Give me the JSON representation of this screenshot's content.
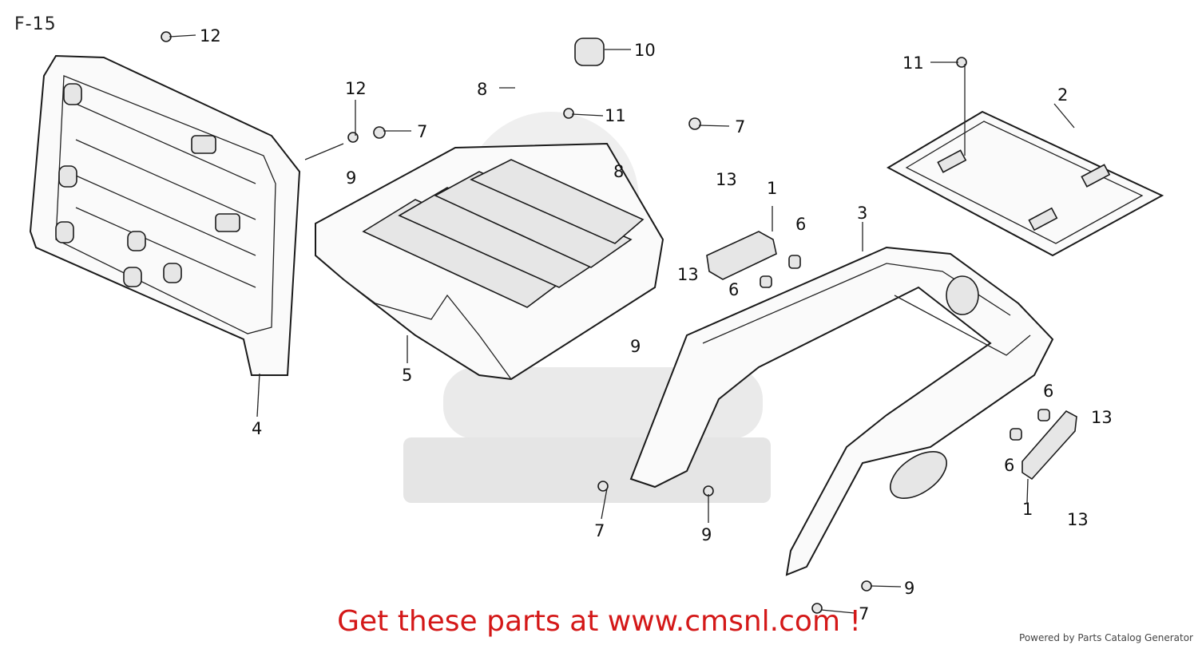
{
  "diagram": {
    "title": "F-15",
    "callouts": [
      {
        "id": "c12a",
        "label": "12"
      },
      {
        "id": "c12b",
        "label": "12"
      },
      {
        "id": "c10",
        "label": "10"
      },
      {
        "id": "c11a",
        "label": "11"
      },
      {
        "id": "c11b",
        "label": "11"
      },
      {
        "id": "c8a",
        "label": "8"
      },
      {
        "id": "c8b",
        "label": "8"
      },
      {
        "id": "c7a",
        "label": "7"
      },
      {
        "id": "c7b",
        "label": "7"
      },
      {
        "id": "c7c",
        "label": "7"
      },
      {
        "id": "c7d",
        "label": "7"
      },
      {
        "id": "c9a",
        "label": "9"
      },
      {
        "id": "c9b",
        "label": "9"
      },
      {
        "id": "c9c",
        "label": "9"
      },
      {
        "id": "c9d",
        "label": "9"
      },
      {
        "id": "c2",
        "label": "2"
      },
      {
        "id": "c3",
        "label": "3"
      },
      {
        "id": "c4",
        "label": "4"
      },
      {
        "id": "c5",
        "label": "5"
      },
      {
        "id": "c1a",
        "label": "1"
      },
      {
        "id": "c1b",
        "label": "1"
      },
      {
        "id": "c6a",
        "label": "6"
      },
      {
        "id": "c6b",
        "label": "6"
      },
      {
        "id": "c6c",
        "label": "6"
      },
      {
        "id": "c6d",
        "label": "6"
      },
      {
        "id": "c13a",
        "label": "13"
      },
      {
        "id": "c13b",
        "label": "13"
      },
      {
        "id": "c13c",
        "label": "13"
      },
      {
        "id": "c13d",
        "label": "13"
      }
    ]
  },
  "cta_text": "Get these parts at www.cmsnl.com !",
  "powered_by": "Powered by Parts Catalog Generator",
  "colors": {
    "cta": "#d41818",
    "line": "#1a1a1a",
    "watermark": "#cfcfcf"
  }
}
